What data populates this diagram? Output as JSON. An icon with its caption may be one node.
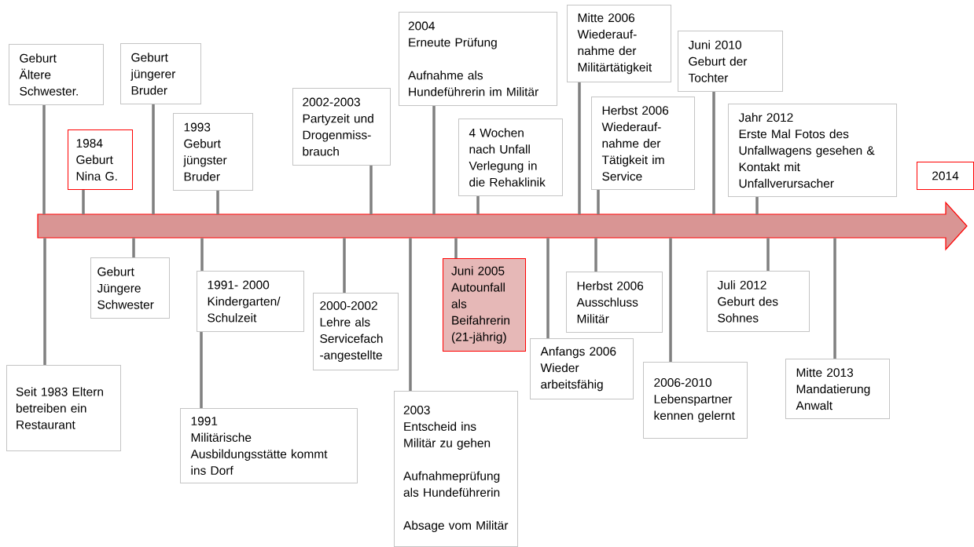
{
  "diagram": {
    "nodes": [
      {
        "text": [
          "Geburt Ältere Schwester."
        ]
      },
      {
        "text": [
          "Geburt jüngerer Bruder"
        ]
      },
      {
        "text": [
          "1984",
          "Geburt Nina G."
        ]
      },
      {
        "text": [
          "1993",
          "Geburt jüngster Bruder"
        ]
      },
      {
        "text": [
          "2002-2003",
          "Partyzeit und Drogenmiss- brauch"
        ]
      },
      {
        "text": [
          "2004",
          "Erneute Prüfung",
          "Aufnahme als Hundeführerin im Militär"
        ]
      },
      {
        "text": [
          "4 Wochen nach Unfall Verlegung in die Rehaklinik"
        ]
      },
      {
        "text": [
          "Mitte 2006",
          "Wiederauf- nahme der Militärtätigkeit"
        ]
      },
      {
        "text": [
          "Herbst 2006",
          "Wiederauf- nahme der Tätigkeit im Service"
        ]
      },
      {
        "text": [
          "Juni 2010",
          "Geburt der Tochter"
        ]
      },
      {
        "text": [
          "Jahr 2012",
          "Erste Mal Fotos des Unfallwagens gesehen & Kontakt mit Unfallverursacher"
        ]
      },
      {
        "text": [
          "2014"
        ]
      },
      {
        "text": [],
        "shape": "arrow"
      },
      {
        "text": [
          "Seit 1983 Eltern betreiben ein Restaurant"
        ]
      },
      {
        "text": [
          "Geburt Jüngere Schwester"
        ]
      },
      {
        "text": [
          "1991- 2000",
          "Kindergarten/ Schulzeit"
        ]
      },
      {
        "text": [
          "1991",
          "Militärische Ausbildungsstätte kommt ins Dorf"
        ]
      },
      {
        "text": [
          "2000-2002",
          "Lehre als Servicefach -angestellte"
        ]
      },
      {
        "text": [
          "2003",
          "Entscheid ins Militär zu gehen",
          "Aufnahmeprüfung als Hundeführerin",
          "Absage vom Militär"
        ]
      },
      {
        "text": [
          "Juni 2005",
          "Autounfall als Beifahrerin (21-jährig)"
        ]
      },
      {
        "text": [
          "Anfangs 2006",
          "Wieder arbeitsfähig"
        ]
      },
      {
        "text": [
          "Herbst 2006",
          "Ausschluss Militär"
        ]
      },
      {
        "text": [
          "2006-2010",
          "Lebenspartner kennen gelernt"
        ]
      },
      {
        "text": [
          "Juli 2012",
          "Geburt des Sohnes"
        ]
      },
      {
        "text": [
          "Mitte 2013",
          "Mandatierung Anwalt"
        ]
      }
    ],
    "edges": [
      {
        "from": 0,
        "to": 12,
        "arrow": "none"
      },
      {
        "from": 1,
        "to": 12,
        "arrow": "none"
      },
      {
        "from": 2,
        "to": 12,
        "arrow": "none"
      },
      {
        "from": 3,
        "to": 12,
        "arrow": "none"
      },
      {
        "from": 4,
        "to": 12,
        "arrow": "none"
      },
      {
        "from": 5,
        "to": 12,
        "arrow": "none"
      },
      {
        "from": 6,
        "to": 12,
        "arrow": "none"
      },
      {
        "from": 7,
        "to": 12,
        "arrow": "none"
      },
      {
        "from": 8,
        "to": 12,
        "arrow": "none"
      },
      {
        "from": 9,
        "to": 12,
        "arrow": "none"
      },
      {
        "from": 10,
        "to": 12,
        "arrow": "none"
      },
      {
        "from": 13,
        "to": 12,
        "arrow": "none"
      },
      {
        "from": 14,
        "to": 12,
        "arrow": "none"
      },
      {
        "from": 15,
        "to": 12,
        "arrow": "none"
      },
      {
        "from": 16,
        "to": 15,
        "arrow": "none"
      },
      {
        "from": 17,
        "to": 12,
        "arrow": "none"
      },
      {
        "from": 18,
        "to": 12,
        "arrow": "none"
      },
      {
        "from": 19,
        "to": 12,
        "arrow": "none"
      },
      {
        "from": 20,
        "to": 12,
        "arrow": "none"
      },
      {
        "from": 21,
        "to": 12,
        "arrow": "none"
      },
      {
        "from": 22,
        "to": 12,
        "arrow": "none"
      },
      {
        "from": 23,
        "to": 12,
        "arrow": "none"
      },
      {
        "from": 24,
        "to": 12,
        "arrow": "none"
      }
    ]
  }
}
